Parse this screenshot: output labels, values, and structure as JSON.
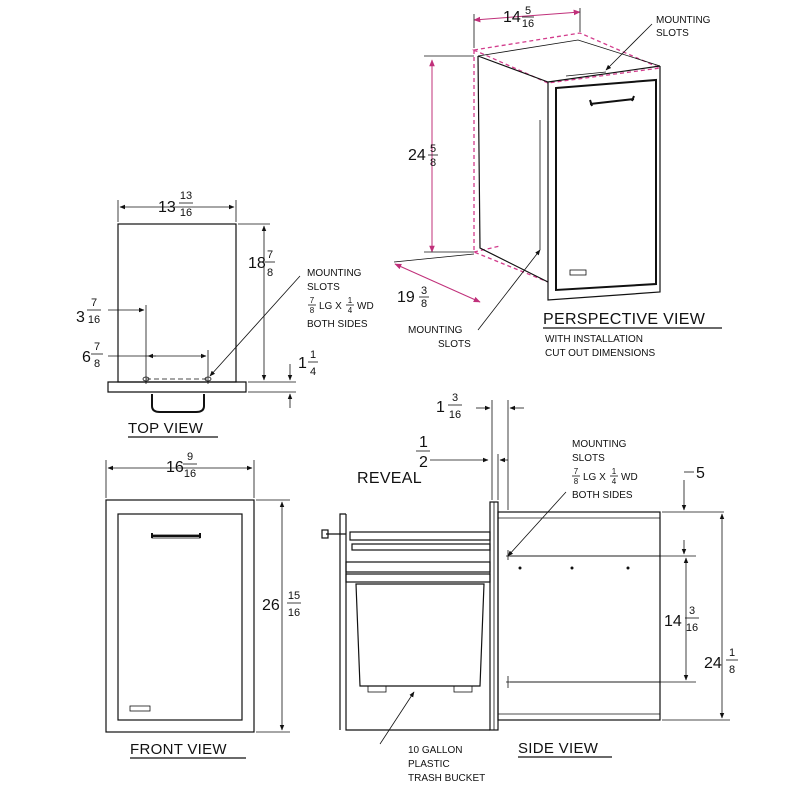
{
  "perspective_view": {
    "title": "PERSPECTIVE VIEW",
    "subtitle_line1": "WITH INSTALLATION",
    "subtitle_line2": "CUT OUT DIMENSIONS",
    "width": {
      "whole": "14",
      "num": "5",
      "den": "16"
    },
    "height": {
      "whole": "24",
      "num": "5",
      "den": "8"
    },
    "depth": {
      "whole": "19",
      "num": "3",
      "den": "8"
    },
    "mounting_top_line1": "MOUNTING",
    "mounting_top_line2": "SLOTS",
    "mounting_bottom_line1": "MOUNTING",
    "mounting_bottom_line2": "SLOTS"
  },
  "top_view": {
    "title": "TOP VIEW",
    "width": {
      "whole": "13",
      "num": "13",
      "den": "16"
    },
    "depth": {
      "whole": "18",
      "num": "7",
      "den": "8"
    },
    "offset_a": {
      "whole": "3",
      "num": "7",
      "den": "16"
    },
    "offset_b": {
      "whole": "6",
      "num": "7",
      "den": "8"
    },
    "flange": {
      "whole": "1",
      "num": "1",
      "den": "4"
    },
    "mounting_line1": "MOUNTING",
    "mounting_line2": "SLOTS",
    "slot_lg": {
      "num": "7",
      "den": "8",
      "suffix": "LG X"
    },
    "slot_wd": {
      "num": "1",
      "den": "4",
      "suffix": "WD"
    },
    "mounting_line4": "BOTH SIDES"
  },
  "front_view": {
    "title": "FRONT VIEW",
    "width": {
      "whole": "16",
      "num": "9",
      "den": "16"
    },
    "height": {
      "whole": "26",
      "num": "15",
      "den": "16"
    }
  },
  "side_view": {
    "title": "SIDE VIEW",
    "reveal_label": "REVEAL",
    "reveal": {
      "num": "1",
      "den": "2"
    },
    "flange": {
      "whole": "1",
      "num": "3",
      "den": "16"
    },
    "top_offset": "5",
    "slot_span": {
      "whole": "14",
      "num": "3",
      "den": "16"
    },
    "height": {
      "whole": "24",
      "num": "1",
      "den": "8"
    },
    "mounting_line1": "MOUNTING",
    "mounting_line2": "SLOTS",
    "slot_lg": {
      "num": "7",
      "den": "8",
      "suffix": "LG X"
    },
    "slot_wd": {
      "num": "1",
      "den": "4",
      "suffix": "WD"
    },
    "mounting_line4": "BOTH SIDES",
    "bucket_line1": "10 GALLON",
    "bucket_line2": "PLASTIC",
    "bucket_line3": "TRASH BUCKET"
  },
  "colors": {
    "line": "#111111",
    "cutout_dimension": "#c0307a",
    "background": "#ffffff"
  }
}
